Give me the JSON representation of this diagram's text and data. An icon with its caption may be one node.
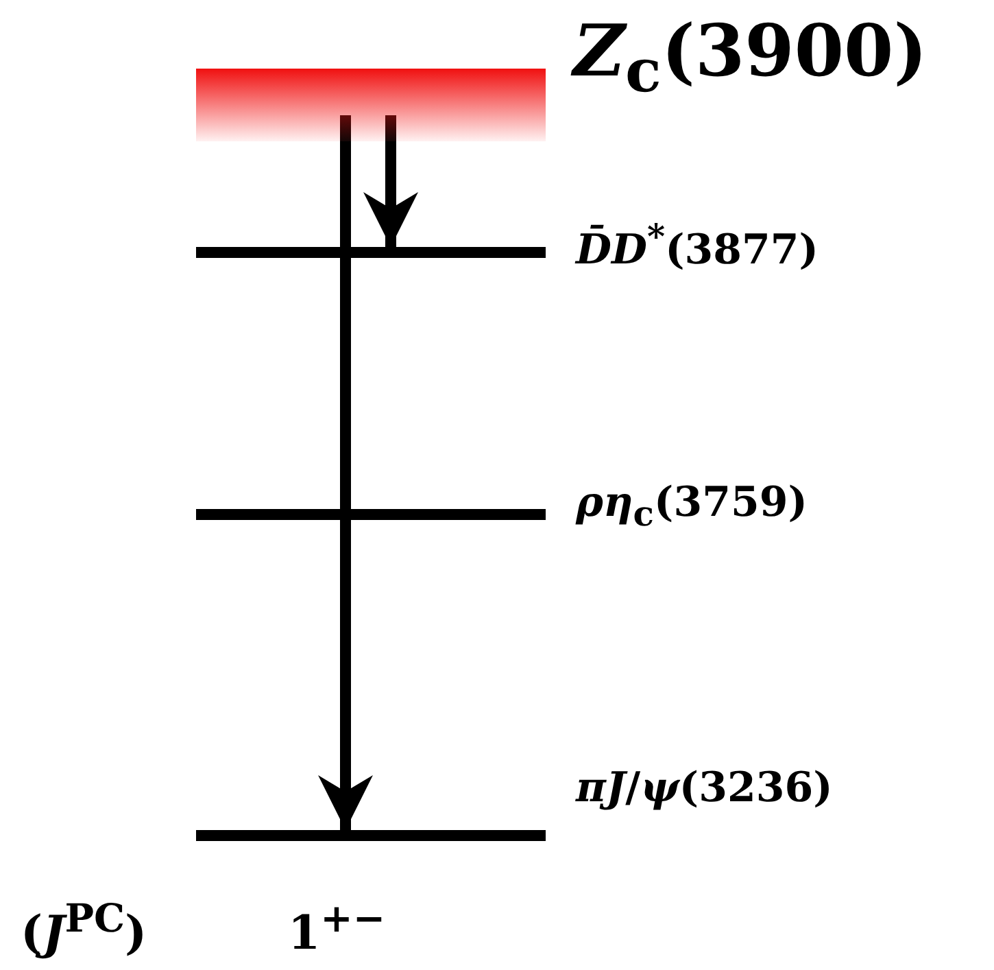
{
  "diagram": {
    "nodes": [
      {
        "text": [],
        "shape": "bar",
        "beside": [
          "*Z*$_{c}$(3900)"
        ]
      },
      {
        "text": [],
        "shape": "bar",
        "beside": [
          "*D̄D*$^{*}$(3877)"
        ]
      },
      {
        "text": [],
        "shape": "bar",
        "beside": [
          "*ρη*$_{c}$(3759)"
        ]
      },
      {
        "text": [],
        "shape": "bar",
        "beside": [
          "*πJ*/*ψ*(3236)"
        ]
      }
    ],
    "edges": [
      {
        "from": 0,
        "to": 1,
        "arrow": "to"
      },
      {
        "from": 0,
        "to": 3,
        "arrow": "to"
      }
    ],
    "labels": [
      "(*J*$^{PC}$)",
      "1$^{+−}$"
    ]
  }
}
